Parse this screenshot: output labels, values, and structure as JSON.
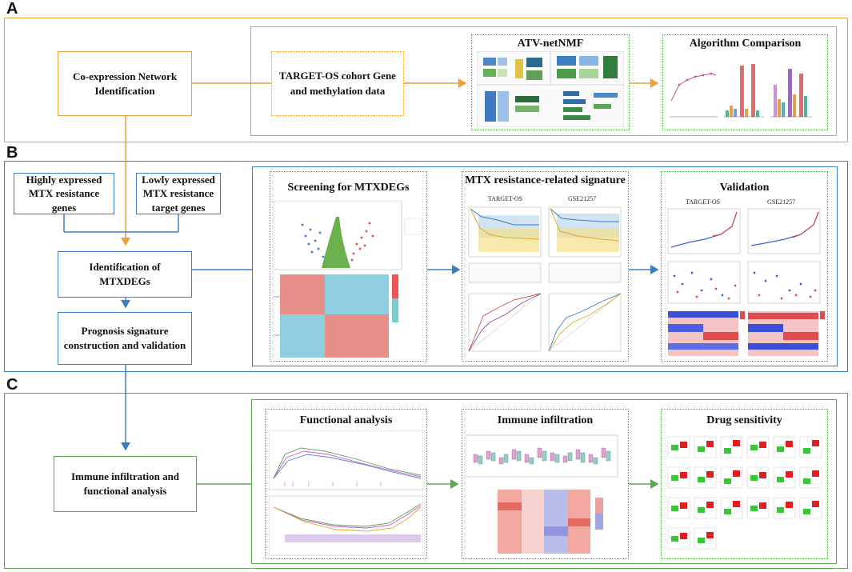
{
  "colors": {
    "section_a": "#e9a23b",
    "section_b": "#3c7fc1",
    "section_c": "#5aa84f"
  },
  "sections": [
    {
      "letter": "A"
    },
    {
      "letter": "B"
    },
    {
      "letter": "C"
    }
  ],
  "left_flow": {
    "coexpr": "Co-expression Network Identification",
    "high_genes": "Highly expressed MTX resistance genes",
    "low_genes": "Lowly expressed MTX resistance target genes",
    "identification": "Identification of MTXDEGs",
    "prognosis": "Prognosis signature construction and validation",
    "immune_functional": "Immune infiltration and functional analysis"
  },
  "panel_a": {
    "cohort": "TARGET-OS cohort Gene and methylation data",
    "netnmf_title": "ATV-netNMF",
    "comparison_title": "Algorithm Comparison"
  },
  "panel_b": {
    "screening_title": "Screening for MTXDEGs",
    "signature_title": "MTX resistance-related signature",
    "validation_title": "Validation",
    "cohort1": "TARGET-OS",
    "cohort2": "GSE21257"
  },
  "panel_c": {
    "functional_title": "Functional analysis",
    "immune_title": "Immune infiltration",
    "drug_title": "Drug sensitivity"
  }
}
